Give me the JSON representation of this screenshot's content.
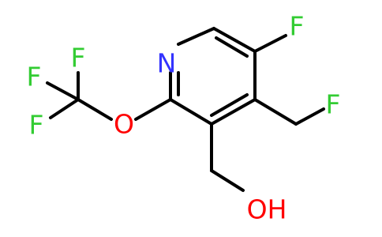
{
  "molecule": {
    "atoms": {
      "n": {
        "symbol": "N",
        "color": "#3333ff"
      },
      "o": {
        "symbol": "O",
        "color": "#ff0000"
      },
      "oh": {
        "symbol": "OH",
        "color": "#ff0000"
      },
      "f_ring": {
        "symbol": "F",
        "color": "#33cc33"
      },
      "f_ch2": {
        "symbol": "F",
        "color": "#33cc33"
      },
      "f_cf3_a": {
        "symbol": "F",
        "color": "#33cc33"
      },
      "f_cf3_b": {
        "symbol": "F",
        "color": "#33cc33"
      },
      "f_cf3_c": {
        "symbol": "F",
        "color": "#33cc33"
      }
    },
    "bond_color": "#000000",
    "background": "#ffffff"
  }
}
